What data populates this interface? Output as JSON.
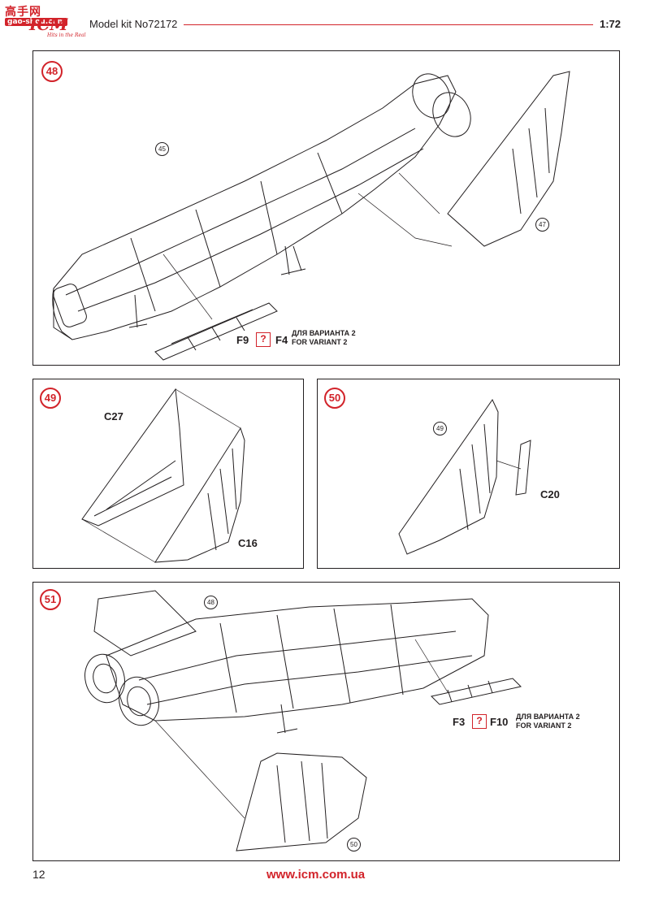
{
  "header": {
    "logo_top": "高手网",
    "logo_url": "gao-shou.com",
    "logo_icm": "ICM",
    "logo_slogan": "Hits in the Real",
    "kit_title": "Model kit No72172",
    "scale": "1:72"
  },
  "steps": [
    {
      "number": "48",
      "ref_badges": [
        "45",
        "47"
      ],
      "parts": {
        "left": "F9",
        "separator": "?",
        "right": "F4"
      },
      "variant_text": [
        "ДЛЯ ВАРИАНТА 2",
        "FOR VARIANT 2"
      ]
    },
    {
      "number": "49",
      "parts": [
        "C27",
        "C16"
      ]
    },
    {
      "number": "50",
      "ref_badges": [
        "49"
      ],
      "parts": [
        "C20"
      ]
    },
    {
      "number": "51",
      "ref_badges": [
        "48",
        "50"
      ],
      "parts": {
        "left": "F3",
        "separator": "?",
        "right": "F10"
      },
      "variant_text": [
        "ДЛЯ ВАРИАНТА 2",
        "FOR VARIANT 2"
      ]
    }
  ],
  "footer": {
    "page_number": "12",
    "url": "www.icm.com.ua"
  },
  "colors": {
    "accent": "#d2232a",
    "ink": "#231f20"
  }
}
